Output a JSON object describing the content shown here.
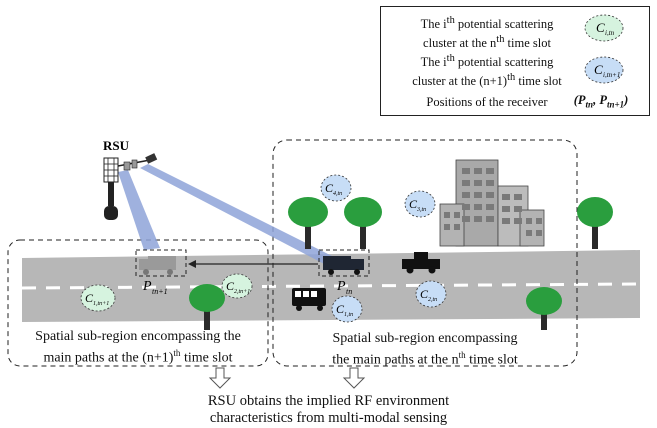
{
  "legend": {
    "item1_line1": "The i",
    "item1_sup": "th",
    "item1_rest": " potential scattering",
    "item1_line2a": "cluster at the n",
    "item1_line2_sup": "th",
    "item1_line2b": " time slot",
    "item2_line1": "The i",
    "item2_sup": "th",
    "item2_rest": " potential scattering",
    "item2_line2a": "cluster at the (n+1)",
    "item2_line2_sup": "th",
    "item2_line2b": " time slot",
    "item3": "Positions of the receiver",
    "positions_label": "(P",
    "positions_sub1": "tn",
    "positions_mid": ", P",
    "positions_sub2": "tn+1",
    "positions_end": ")"
  },
  "clusters": {
    "c_i_tn": "C",
    "c_i_tn_sub": "i,tn",
    "c_i_tn1_sub": "i,tn+1",
    "c4_sub": "4,tn",
    "c3_sub": "3,tn",
    "c2_sub": "2,tn",
    "c1_sub": "1,tn",
    "c1_next_sub": "1,tn+1",
    "c2_next_sub": "2,tn+1"
  },
  "labels": {
    "rsu": "RSU",
    "p_tn": "P",
    "p_tn_sub": "tn",
    "p_tn1": "P",
    "p_tn1_sub": "tn+1"
  },
  "regions": {
    "left_line1": "Spatial sub-region encompassing the",
    "left_line2a": "main paths at the (n+1)",
    "left_line2_sup": "th",
    "left_line2b": " time slot",
    "right_line1": "Spatial sub-region encompassing",
    "right_line2a": "the main paths at the n",
    "right_line2_sup": "th",
    "right_line2b": " time slot"
  },
  "bottom": {
    "line1": "RSU obtains the implied RF environment",
    "line2": "characteristics from multi-modal sensing"
  },
  "colors": {
    "road": "#b7b7b7",
    "cluster_fill_n": "#d6f3df",
    "cluster_fill_n1": "#c7ddf6",
    "tree": "#2a9e3e",
    "trunk": "#2a2a2a",
    "beam": "#8ea3d8",
    "building": "#a9a9a9"
  }
}
